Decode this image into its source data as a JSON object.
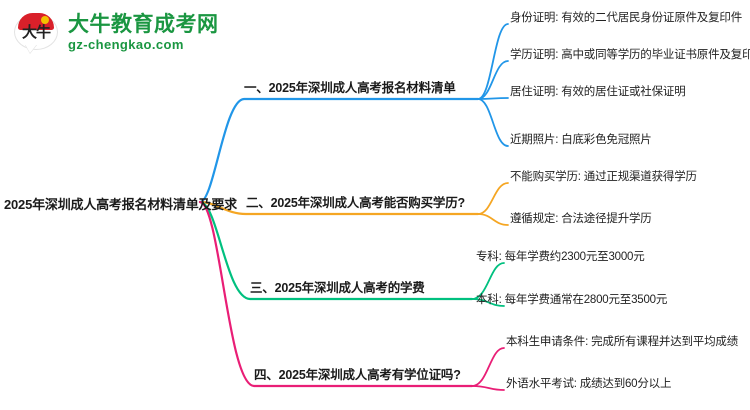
{
  "logo": {
    "mark_text": "大牛",
    "title": "大牛教育成考网",
    "domain": "gz-chengkao.com",
    "brand_green": "#1a9641",
    "brand_red": "#d9202a"
  },
  "mindmap": {
    "root": {
      "label": "2025年深圳成人高考报名材料清单及要求"
    },
    "branches": [
      {
        "label": "一、2025年深圳成人高考报名材料清单",
        "color": "#2196e8",
        "children": [
          {
            "label": "身份证明: 有效的二代居民身份证原件及复印件"
          },
          {
            "label": "学历证明: 高中或同等学历的毕业证书原件及复印件"
          },
          {
            "label": "居住证明: 有效的居住证或社保证明"
          },
          {
            "label": "近期照片: 白底彩色免冠照片"
          }
        ]
      },
      {
        "label": "二、2025年深圳成人高考能否购买学历?",
        "color": "#f5a623",
        "children": [
          {
            "label": "不能购买学历: 通过正规渠道获得学历"
          },
          {
            "label": "遵循规定: 合法途径提升学历"
          }
        ]
      },
      {
        "label": "三、2025年深圳成人高考的学费",
        "color": "#00c07f",
        "children": [
          {
            "label": "专科: 每年学费约2300元至3000元"
          },
          {
            "label": "本科: 每年学费通常在2800元至3500元"
          }
        ]
      },
      {
        "label": "四、2025年深圳成人高考有学位证吗?",
        "color": "#e91e76",
        "children": [
          {
            "label": "本科生申请条件: 完成所有课程并达到平均成绩"
          },
          {
            "label": "外语水平考试: 成绩达到60分以上"
          }
        ]
      }
    ]
  }
}
